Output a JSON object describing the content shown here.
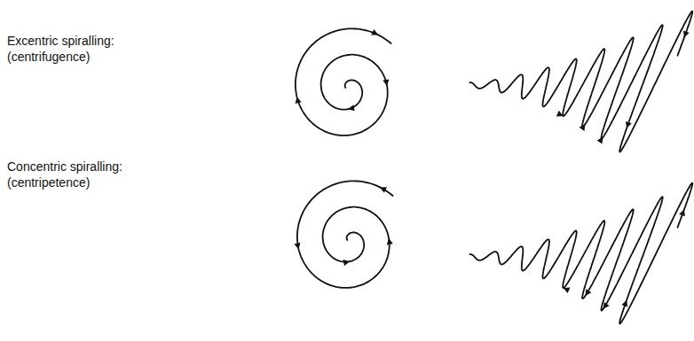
{
  "diagram": {
    "labels": [
      "Excentric spiralling:",
      "(centrifugence)",
      "Concentric spiralling:",
      "(centripetence)"
    ]
  }
}
